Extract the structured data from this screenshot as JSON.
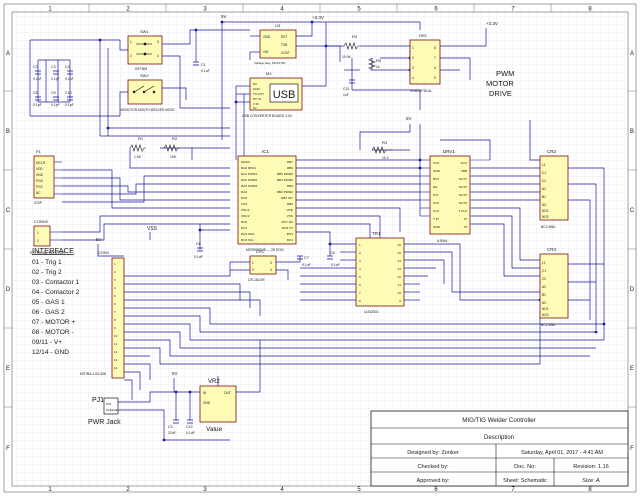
{
  "frame": {
    "cols": [
      "1",
      "2",
      "3",
      "4",
      "5",
      "6",
      "7",
      "8"
    ],
    "rows": [
      "A",
      "B",
      "C",
      "D",
      "E",
      "F"
    ]
  },
  "rails": {
    "v5a": "5V",
    "v5b": "5V",
    "v33": "+3.3V",
    "v33b": "+3.3V",
    "vss": "VSS",
    "v5c": "5V",
    "v5d": "5V"
  },
  "components": {
    "sw1": {
      "ref": "SW1",
      "pins": [
        "1",
        "2",
        "3",
        "4"
      ],
      "note": "DETNM"
    },
    "sw2": {
      "ref": "SW2",
      "note": "IDEMOTOR MOUTH WELDER MODE"
    },
    "r4": {
      "ref": "R4",
      "value": "10.0K"
    },
    "r5": {
      "ref": "R5",
      "value": "1k"
    },
    "c11": {
      "ref": "C11",
      "value": "1uF"
    },
    "u_top": {
      "ref": "U3",
      "pins_l": [
        "GND",
        "VIN"
      ],
      "pins_r": [
        "RST",
        "TXB",
        "VOUT"
      ],
      "note": "Voltage Reg. MCP1700"
    },
    "u1": {
      "ref": "M1",
      "pins": [
        "NC",
        "GND",
        "TX OUT",
        "RX IN",
        "3.3V",
        "5V"
      ],
      "label": "USB",
      "note": "USB CONVERTER BOARD 3.3V"
    },
    "dr1": {
      "ref": "DR1",
      "pins_l": [
        "1",
        "2",
        "3",
        "4"
      ],
      "pins_r": [
        "8",
        "7",
        "6",
        "5"
      ],
      "note": "VNH2SP30 AL"
    },
    "pwm_label": [
      "PWM",
      "MOTOR",
      "DRIVE"
    ],
    "ic1": {
      "ref": "IC1",
      "note": "MC9S08SH8 — 28 SOIC",
      "pins_l": [
        "MCLR",
        "RA0 DPD1",
        "RA1 PWM1",
        "RA2 PWM2",
        "RA3 PWM3",
        "RA4",
        "RA5",
        "VSS",
        "OSC1",
        "OSC2",
        "RC0",
        "RC1",
        "RC2 SDA",
        "RC3 SCL"
      ],
      "pins_r": [
        "RB7",
        "RB6",
        "RB5 PWM3",
        "RB4 PWM2",
        "RB3",
        "RB2 PWM1",
        "RB1 INT",
        "RB0",
        "VDD",
        "VSS",
        "RC7 RX",
        "RC6 TX",
        "RC5",
        "RC4"
      ]
    },
    "drv1": {
      "ref": "DRV1",
      "note": "IL9044",
      "pins_l": [
        "VCC",
        "GND",
        "RST",
        "EN",
        "ST1",
        "ST2",
        "CLK",
        "T IN",
        "GND"
      ],
      "pins_r": [
        "VCC",
        "VBB",
        "OUT1",
        "OUT2",
        "OUT3",
        "OUT4",
        "T CLK",
        "T2",
        "T3"
      ]
    },
    "r1": {
      "ref": "R1",
      "value": "1.5K"
    },
    "r2": {
      "ref": "R2",
      "value": "10K"
    },
    "r3": {
      "ref": "R3",
      "value": "10.0"
    },
    "p1": {
      "ref": "P1",
      "pins": [
        "MCLR",
        "VDD",
        "GND",
        "PGD",
        "PGC",
        "NC"
      ],
      "note": "ICSP"
    },
    "conn": {
      "ref": "CONN2",
      "pins": [
        "1",
        "2"
      ],
      "note": "EXTERNAL MONITOR"
    },
    "ptr1": {
      "ref": "CR1",
      "pins_l": [
        "1",
        "2"
      ],
      "pins_r": [
        "3",
        "4"
      ],
      "note": "CR-16C4R"
    },
    "c7": {
      "ref": "C7",
      "value": "0.1uF"
    },
    "c8": {
      "ref": "C8",
      "value": "0.1uF"
    },
    "c6": {
      "ref": "C6",
      "value": "0.1uF"
    },
    "tr1": {
      "ref": "TR1",
      "pins_l": [
        "1",
        "2",
        "3",
        "4",
        "5",
        "6",
        "7",
        "8"
      ],
      "pins_r": [
        "16",
        "15",
        "14",
        "13",
        "12",
        "11",
        "10",
        "9"
      ],
      "note": "ULN2003"
    },
    "cr2": {
      "ref": "CR2",
      "pins_l": [
        "L1",
        "C1",
        "C2",
        "A2",
        "B1"
      ],
      "pins_r": [
        "NC",
        "NO1",
        "NO2"
      ],
      "note": "BC2-6NU"
    },
    "cr3": {
      "ref": "CR3",
      "pins_l": [
        "L1",
        "C1",
        "C2",
        "A2",
        "B1"
      ],
      "pins_r": [
        "NC",
        "NO1",
        "NO2"
      ],
      "note": "BC2-6NU"
    },
    "caps": [
      {
        "ref": "C2",
        "value": "0.1pF"
      },
      {
        "ref": "C3",
        "value": "0.1pF"
      },
      {
        "ref": "C4",
        "value": "0.1pF"
      },
      {
        "ref": "C5",
        "value": "0.1pF"
      },
      {
        "ref": "C9",
        "value": "0.1pF"
      },
      {
        "ref": "C10",
        "value": "0.1pF"
      }
    ],
    "c1": {
      "ref": "C1",
      "value": "0.1uF"
    },
    "conn1": {
      "ref": "CON1",
      "note": "MSTBA-14G-508",
      "pins": [
        "1",
        "2",
        "3",
        "4",
        "5",
        "6",
        "7",
        "8",
        "9",
        "10",
        "11",
        "12",
        "13",
        "14"
      ]
    },
    "pj1": {
      "ref": "PJ1",
      "label": "PWR Jack",
      "pins": [
        "PIN",
        "SLEEVE"
      ]
    },
    "c_pj1": {
      "ref": "C3",
      "value": "22uF"
    },
    "c_pj2": {
      "ref": "C12",
      "value": "0.1uF"
    },
    "vr2": {
      "ref": "VR2",
      "label": "Value",
      "pins": [
        "IN",
        "GND",
        "OUT"
      ]
    }
  },
  "interface": {
    "title": "INTERFACE",
    "lines": [
      "01 - Trig 1",
      "02 - Trig 2",
      "03 - Contactor 1",
      "04 - Contactor 2",
      "05 - GAS 1",
      "06 - GAS 2",
      "07 - MOTOR +",
      "08 - MOTOR -",
      "09/11 - V+",
      "12/14 - GND"
    ]
  },
  "title_block": {
    "title": "MIG/TIG Welder Controller",
    "description": "Description",
    "designed_by": "Designed by: Zonker",
    "date": "Saturday, April 01, 2017 - 4:41 AM",
    "checked_by": "Checked by:",
    "doc_no": "Doc. No:",
    "revision": "Revision: 1.16",
    "approved_by": "Approved by:",
    "sheet": "Sheet: Schematic",
    "size": "Size: A"
  },
  "colors": {
    "wire": "#1a1aa0",
    "ic_fill": "#fdfbb5",
    "ic_stroke": "#7a1010",
    "grid": "#d6d6ea",
    "frame": "#8a8a8a",
    "text": "#1a1a1a"
  }
}
